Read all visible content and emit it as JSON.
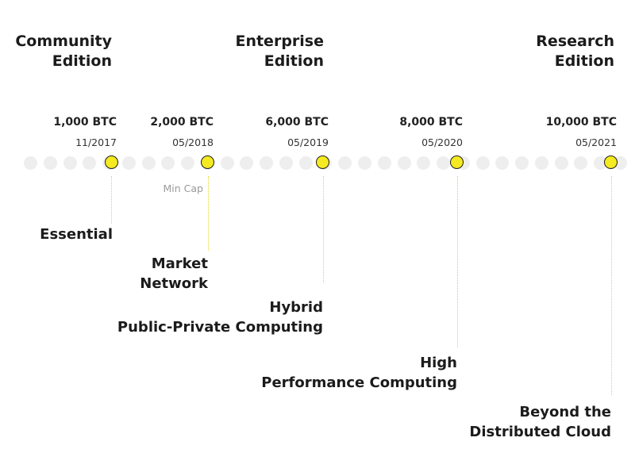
{
  "editions": [
    {
      "line1": "Community",
      "line2": "Edition"
    },
    {
      "line1": "Enterprise",
      "line2": "Edition"
    },
    {
      "line1": "Research",
      "line2": "Edition"
    }
  ],
  "milestones": [
    {
      "amount": "1,000 BTC",
      "date": "11/2017",
      "feature_line1": "Essential",
      "feature_line2": ""
    },
    {
      "amount": "2,000 BTC",
      "date": "05/2018",
      "feature_line1": "Market",
      "feature_line2": "Network",
      "note": "Min Cap"
    },
    {
      "amount": "6,000 BTC",
      "date": "05/2019",
      "feature_line1": "Hybrid",
      "feature_line2": "Public-Private Computing"
    },
    {
      "amount": "8,000 BTC",
      "date": "05/2020",
      "feature_line1": "High",
      "feature_line2": "Performance Computing"
    },
    {
      "amount": "10,000 BTC",
      "date": "05/2021",
      "feature_line1": "Beyond the",
      "feature_line2": "Distributed Cloud"
    }
  ],
  "colors": {
    "milestone_fill": "#f5ea21",
    "track_dot": "#eeeeee",
    "connector": "#e8d71c"
  }
}
